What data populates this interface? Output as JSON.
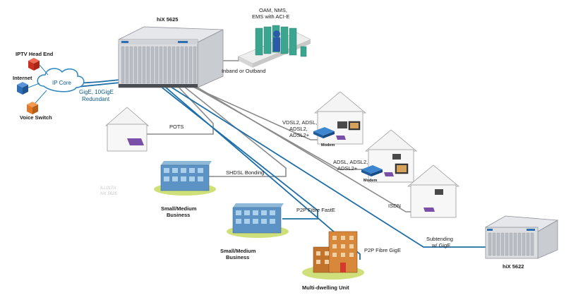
{
  "devices": {
    "main_label": "hiX 5625",
    "secondary_label": "hiX 5622"
  },
  "left": {
    "iptv": "IPTV Head End",
    "internet": "Internet",
    "voice": "Voice Switch",
    "ip_core": "IP Core",
    "uplink_1": "GigE, 10GigE",
    "uplink_2": "Redundant"
  },
  "mgmt": {
    "line1": "OAM, NMS,",
    "line2": "EMS with ACI-E",
    "link": "Inband or Outband"
  },
  "services": {
    "pots": "POTS",
    "shdsl": "SHDSL Bonding",
    "p2p_faste": "P2P Fibre FastE",
    "p2p_gige": "P2P Fibre GigE",
    "vdsl_1": "VDSL2, ADSL,",
    "vdsl_2": "ADSL2,",
    "vdsl_3": "ADSL2+",
    "adsl_1": "ADSL, ADSL2,",
    "adsl_2": "ADSL2+",
    "isdn": "ISDN",
    "sub_1": "Subtending",
    "sub_2": "w/ GigE",
    "modem_1": "Modem",
    "modem_2": "Modem"
  },
  "sites": {
    "business_1a": "Small/Medium",
    "business_1b": "Business",
    "business_2a": "Small/Medium",
    "business_2b": "Business",
    "mdu": "Multi-dwelling Unit"
  },
  "watermark": {
    "line1": "ILL017A",
    "line2": "hiX 5625"
  },
  "colors": {
    "fibre": "#1e6ea8",
    "copper": "#7a7a7a",
    "cloud_stroke": "#2e86c1",
    "router_red": "#d63a2a",
    "router_blue": "#2f6fb5",
    "router_orange": "#e07a2a"
  }
}
